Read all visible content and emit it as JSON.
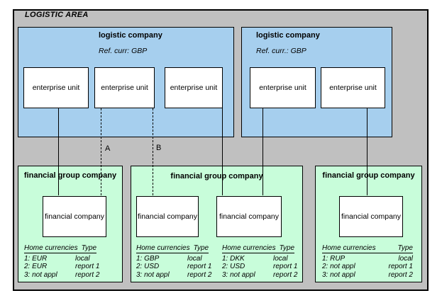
{
  "colors": {
    "area_bg": "#c0c0c0",
    "logistic_bg": "#a6cfee",
    "financial_bg": "#c8fdda",
    "border": "#000000"
  },
  "area": {
    "title": "LOGISTIC AREA"
  },
  "logistic_companies": [
    {
      "title": "logistic company",
      "ref_currency": "Ref. curr: GBP",
      "units": [
        "enterprise unit",
        "enterprise unit",
        "enterprise unit"
      ]
    },
    {
      "title": "logistic company",
      "ref_currency": "Ref. curr.: GBP",
      "units": [
        "enterprise unit",
        "enterprise unit"
      ]
    }
  ],
  "connections": [
    {
      "from": "logistic company 1 / enterprise unit 1",
      "to": "financial group 1 / financial company",
      "style": "solid",
      "label": ""
    },
    {
      "from": "logistic company 1 / enterprise unit 2",
      "to": "financial group 1 / financial company",
      "style": "dashed",
      "label": "A"
    },
    {
      "from": "logistic company 1 / enterprise unit 2",
      "to": "financial group 2 / financial company 1",
      "style": "dashed",
      "label": "B"
    },
    {
      "from": "logistic company 1 / enterprise unit 3",
      "to": "financial group 2 / financial company 2",
      "style": "solid",
      "label": ""
    },
    {
      "from": "logistic company 2 / enterprise unit 1",
      "to": "financial group 2 / financial company 2",
      "style": "solid",
      "label": ""
    },
    {
      "from": "logistic company 2 / enterprise unit 2",
      "to": "financial group 3 / financial company",
      "style": "solid",
      "label": ""
    }
  ],
  "financial_groups": [
    {
      "title": "financial group company",
      "companies": [
        "financial company"
      ],
      "tables": [
        {
          "header": {
            "col1": "Home currencies",
            "col2": "Type"
          },
          "rows": [
            {
              "label": "1: EUR",
              "value": "local"
            },
            {
              "label": "2: EUR",
              "value": "report 1"
            },
            {
              "label": "3: not appl",
              "value": "report 2"
            }
          ]
        }
      ]
    },
    {
      "title": "financial group company",
      "companies": [
        "financial company",
        "financial company"
      ],
      "tables": [
        {
          "header": {
            "col1": "Home currencies",
            "col2": "Type"
          },
          "rows": [
            {
              "label": "1: GBP",
              "value": "local"
            },
            {
              "label": "2: USD",
              "value": "report 1"
            },
            {
              "label": "3: not appl",
              "value": "report 2"
            }
          ]
        },
        {
          "header": {
            "col1": "Home currencies",
            "col2": "Type"
          },
          "rows": [
            {
              "label": "1: DKK",
              "value": "local"
            },
            {
              "label": "2: USD",
              "value": "report 1"
            },
            {
              "label": "3: not appl",
              "value": "report 2"
            }
          ]
        }
      ]
    },
    {
      "title": "financial group company",
      "companies": [
        "financial company"
      ],
      "tables": [
        {
          "header": {
            "col1": "Home currencies",
            "col2": "Type"
          },
          "rows": [
            {
              "label": "1: RUP",
              "value": "local"
            },
            {
              "label": "2: not appl",
              "value": "report 1"
            },
            {
              "label": "3: not appl",
              "value": "report 2"
            }
          ]
        }
      ]
    }
  ]
}
